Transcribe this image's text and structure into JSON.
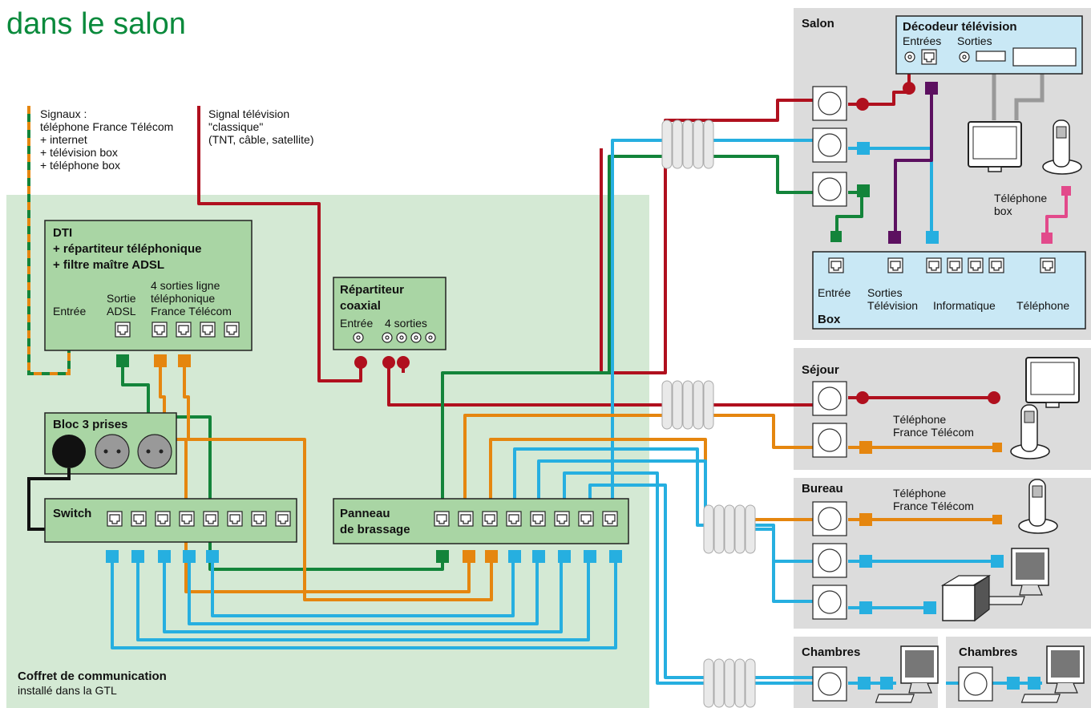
{
  "title": "dans le salon",
  "colors": {
    "tv": "#b0101e",
    "phone": "#e5860f",
    "data": "#26afe0",
    "dti": "#13843a",
    "decoder": "#5c1060",
    "box_phone": "#e24a8b",
    "zone_green": "#d4e9d4",
    "box_green": "#a9d5a4",
    "room_gray": "#dcdcdc",
    "box_blue": "#c9e8f5"
  },
  "labels": {
    "signals": [
      "Signaux :",
      "téléphone France Télécom",
      "+ internet",
      "+ télévision box",
      "+ téléphone box"
    ],
    "tv_signal": [
      "Signal télévision",
      "\"classique\"",
      "(TNT, câble, satellite)"
    ],
    "dti": {
      "title": [
        "DTI",
        "+ répartiteur téléphonique",
        "+ filtre maître ADSL"
      ],
      "entree": "Entrée",
      "sortie_adsl": [
        "Sortie",
        "ADSL"
      ],
      "sorties_ligne": [
        "4 sorties ligne",
        "téléphonique",
        "France Télécom"
      ]
    },
    "repartiteur": {
      "title": [
        "Répartiteur",
        "coaxial"
      ],
      "entree": "Entrée",
      "sorties": "4 sorties"
    },
    "bloc": "Bloc 3 prises",
    "switch": "Switch",
    "panneau": [
      "Panneau",
      "de brassage"
    ],
    "coffret": {
      "title": "Coffret de communication",
      "subtitle": "installé dans la GTL"
    },
    "salon": "Salon",
    "decodeur": {
      "title": "Décodeur télévision",
      "entrees": "Entrées",
      "sorties": "Sorties"
    },
    "telephone_box": [
      "Téléphone",
      "box"
    ],
    "box": {
      "title": "Box",
      "entree": "Entrée",
      "sorties_tv": [
        "Sorties",
        "Télévision"
      ],
      "informatique": "Informatique",
      "telephone": "Téléphone"
    },
    "sejour": "Séjour",
    "tel_ft": [
      "Téléphone",
      "France Télécom"
    ],
    "bureau": "Bureau",
    "chambres1": "Chambres",
    "chambres2": "Chambres"
  },
  "icons": [
    "rj45-port-icon",
    "coax-port-icon",
    "wall-socket-icon",
    "power-outlet-icon",
    "hdmi-port-icon",
    "scart-port-icon",
    "tv-icon",
    "cordless-phone-icon",
    "computer-icon",
    "printer-icon",
    "cable-bundle-icon"
  ]
}
